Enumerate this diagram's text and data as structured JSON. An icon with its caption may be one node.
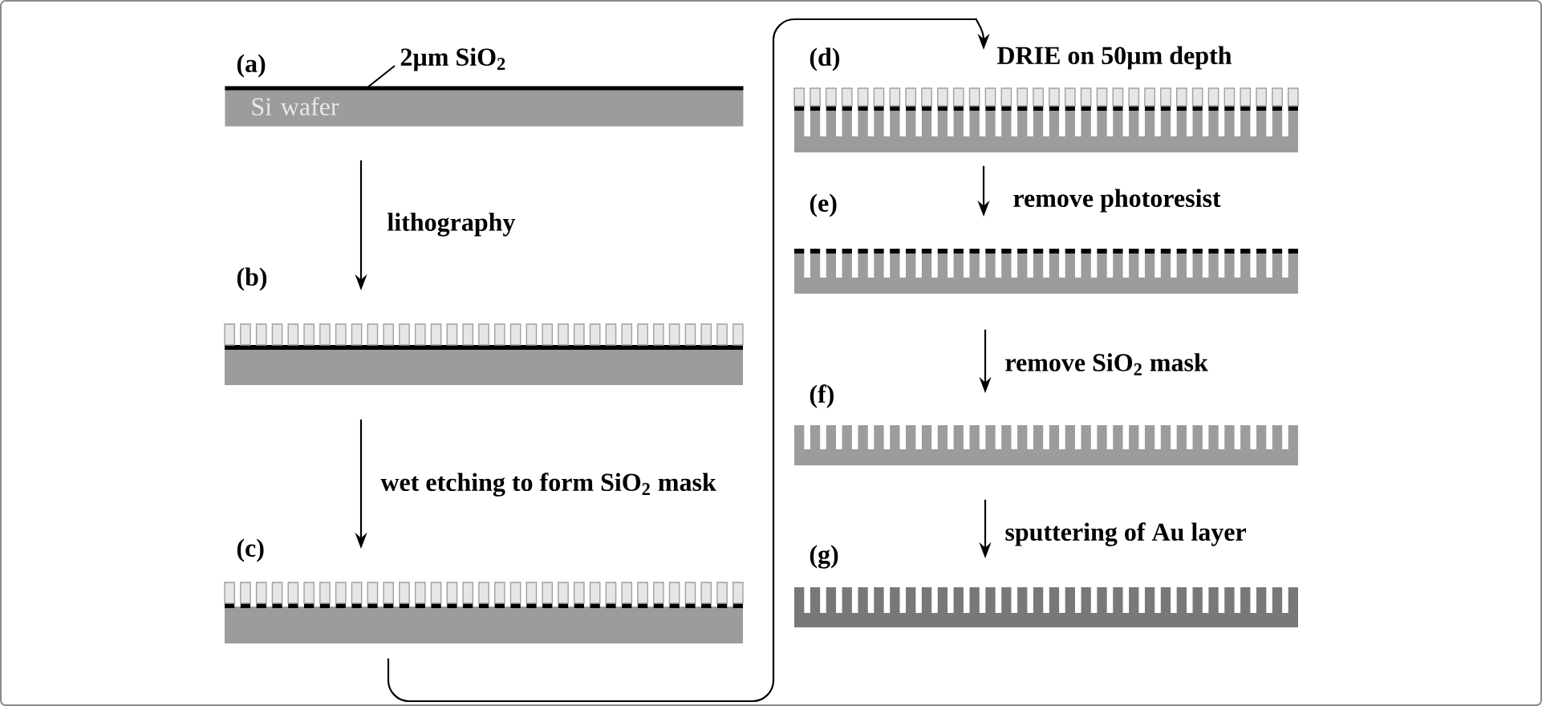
{
  "diagram": {
    "nodes": [
      {
        "text": [
          "2µm SiO$_{2}$"
        ]
      },
      {
        "text": [
          "Si wafer"
        ],
        "beside": [
          "(a)"
        ]
      },
      {
        "text": [],
        "shape": "bar",
        "in": 1
      },
      {
        "text": [],
        "shape": "picture",
        "beside": [
          "(b)"
        ]
      },
      {
        "text": [],
        "shape": "picture",
        "beside": [
          "(c)"
        ]
      },
      {
        "text": [],
        "shape": "picture",
        "beside": [
          "(d)"
        ]
      },
      {
        "text": [],
        "shape": "picture",
        "beside": [
          "(e)"
        ]
      },
      {
        "text": [],
        "shape": "picture",
        "beside": [
          "(f)"
        ]
      },
      {
        "text": [],
        "shape": "picture",
        "beside": [
          "(g)"
        ]
      }
    ],
    "edges": [
      {
        "from": 0,
        "to": 2,
        "arrow": "none"
      },
      {
        "from": 1,
        "to": 3,
        "arrow": "to",
        "label": "lithography"
      },
      {
        "from": 3,
        "to": 4,
        "arrow": "to",
        "label": "wet etching to form SiO$_{2}$ mask"
      },
      {
        "from": 4,
        "to": 5,
        "arrow": "to",
        "label": "DRIE on 50µm depth"
      },
      {
        "from": 5,
        "to": 6,
        "arrow": "to",
        "label": "remove photoresist"
      },
      {
        "from": 6,
        "to": 7,
        "arrow": "to",
        "label": "remove SiO$_{2}$ mask"
      },
      {
        "from": 7,
        "to": 8,
        "arrow": "to",
        "label": "sputtering of Au layer"
      }
    ]
  }
}
